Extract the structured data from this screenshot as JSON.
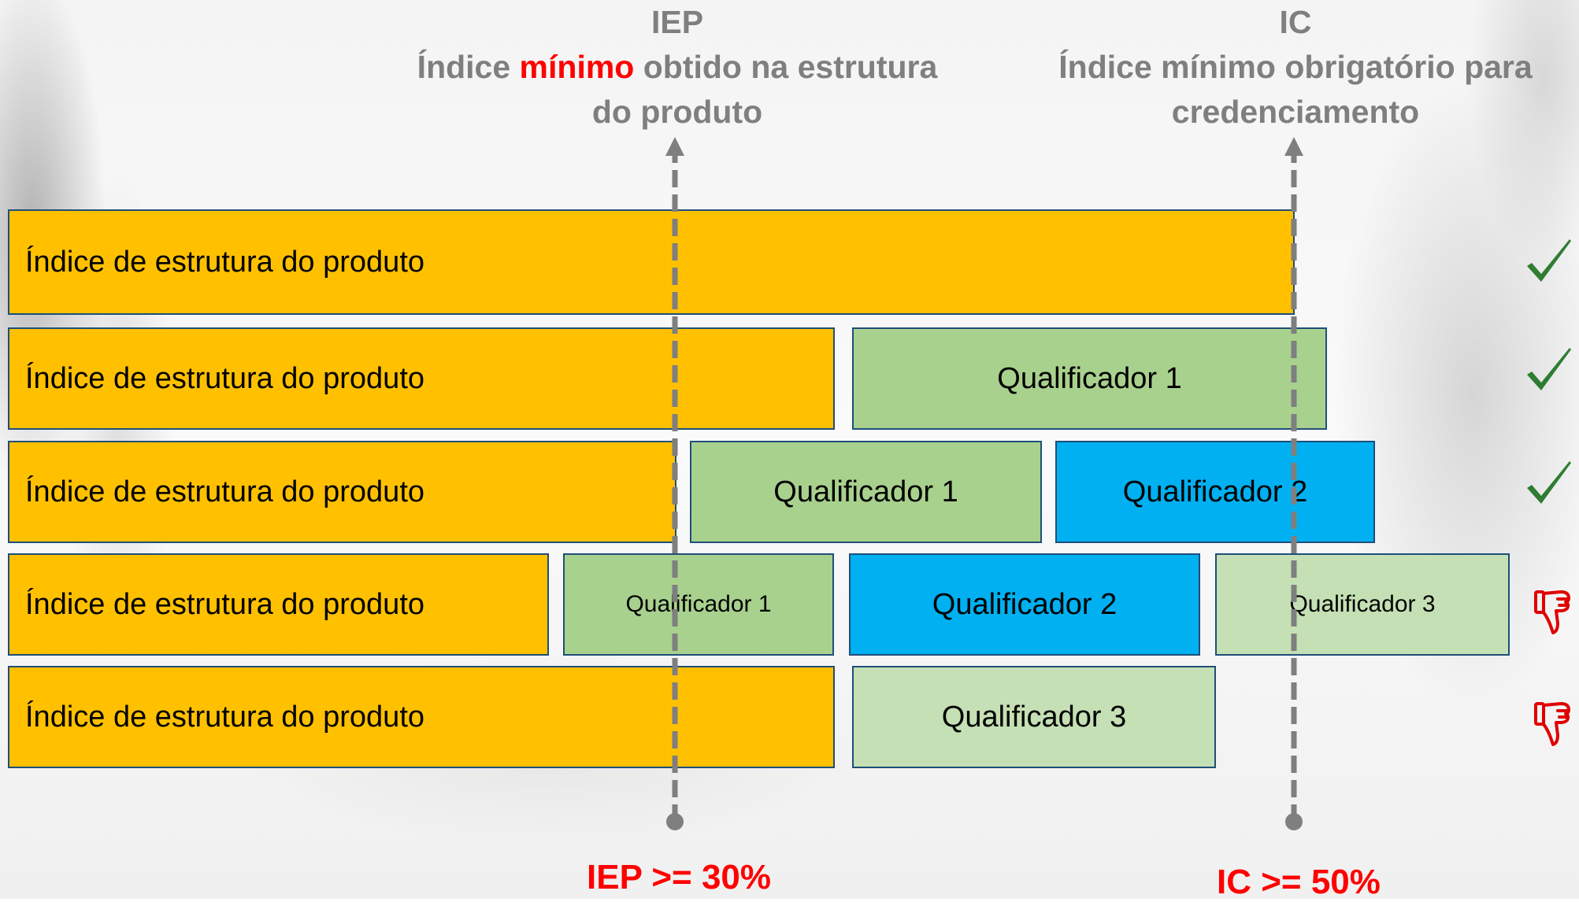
{
  "header": {
    "iep_title": "IEP",
    "iep_desc_pre": "Índice ",
    "iep_desc_highlight": "mínimo",
    "iep_desc_post": " obtido na estrutura",
    "iep_desc_line2": "do produto",
    "ic_title": "IC",
    "ic_desc_line1": "Índice mínimo obrigatório para",
    "ic_desc_line2": "credenciamento"
  },
  "rows": [
    {
      "base_label": "Índice de estrutura do produto",
      "qualifiers": [],
      "status": "check"
    },
    {
      "base_label": "Índice de estrutura do produto",
      "qualifiers": [
        "Qualificador 1"
      ],
      "status": "check"
    },
    {
      "base_label": "Índice de estrutura do produto",
      "qualifiers": [
        "Qualificador 1",
        "Qualificador 2"
      ],
      "status": "check"
    },
    {
      "base_label": "Índice de estrutura do produto",
      "qualifiers": [
        "Qualificador 1",
        "Qualificador 2",
        "Qualificador 3"
      ],
      "status": "thumbs-down"
    },
    {
      "base_label": "Índice de estrutura do produto",
      "qualifiers": [
        "Qualificador 3"
      ],
      "status": "thumbs-down"
    }
  ],
  "thresholds": {
    "iep_label": "IEP >= 30%",
    "ic_label": "IC >= 50%"
  },
  "icons": {
    "check": "check-icon",
    "thumbs_down": "thumbs-down-icon"
  },
  "colors": {
    "base": "#ffc000",
    "qualificador_1": "#a9d18e",
    "qualificador_2": "#00b0f0",
    "qualificador_3": "#c5e0b4",
    "check": "#2e7d32",
    "thumbs_down": "#e00000",
    "threshold_text": "#ff0000",
    "header_text": "#7f7f7f"
  }
}
